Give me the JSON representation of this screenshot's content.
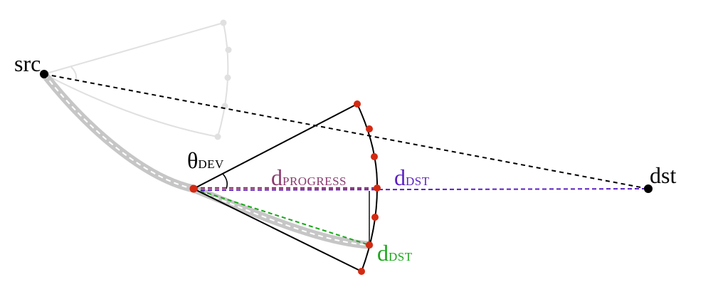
{
  "labels": {
    "src": "src",
    "dst": "dst",
    "theta": {
      "main": "θ",
      "sub": "DEV"
    },
    "d_progress": {
      "main": "d",
      "sub": "PROGRESS"
    },
    "d_dst_purple": {
      "main": "d",
      "sub": "DST"
    },
    "d_dst_green": {
      "main": "d",
      "sub": "DST"
    }
  },
  "colors": {
    "background": "#ffffff",
    "line": "#000000",
    "ghost": "#e0e0e0",
    "path_band": "#c6c6c6",
    "path_dash": "#ffffff",
    "point": "#d42a12",
    "progress": "#8a3a6e",
    "dst_purple": "#5a1fc4",
    "dst_green": "#1aa71a"
  }
}
